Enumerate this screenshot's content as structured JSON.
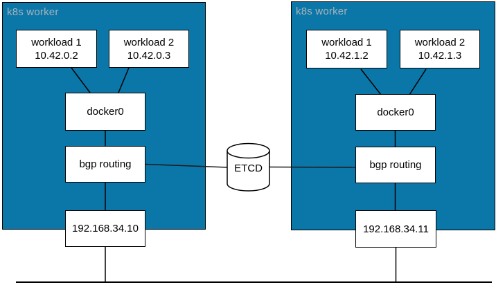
{
  "diagram": {
    "workers": [
      {
        "label": "k8s worker",
        "workloads": [
          {
            "name": "workload 1",
            "ip": "10.42.0.2"
          },
          {
            "name": "workload 2",
            "ip": "10.42.0.3"
          }
        ],
        "bridge_label": "docker0",
        "routing_label": "bgp routing",
        "host_ip": "192.168.34.10"
      },
      {
        "label": "k8s worker",
        "workloads": [
          {
            "name": "workload 1",
            "ip": "10.42.1.2"
          },
          {
            "name": "workload 2",
            "ip": "10.42.1.3"
          }
        ],
        "bridge_label": "docker0",
        "routing_label": "bgp routing",
        "host_ip": "192.168.34.11"
      }
    ],
    "datastore_label": "ETCD",
    "colors": {
      "worker_fill": "#0b76a8",
      "worker_label_text": "#a9b4ba",
      "node_fill": "#ffffff",
      "line": "#000000"
    }
  }
}
